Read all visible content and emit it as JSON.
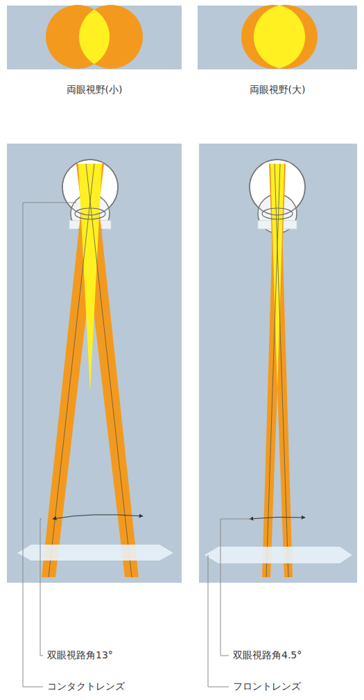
{
  "diagram": {
    "labels": [
      "両眼視野(小)",
      "両眼視野(大)",
      "双眼視路角13°",
      "コンタクトレンズ",
      "双眼視路角4.5°",
      "フロントレンズ"
    ]
  }
}
